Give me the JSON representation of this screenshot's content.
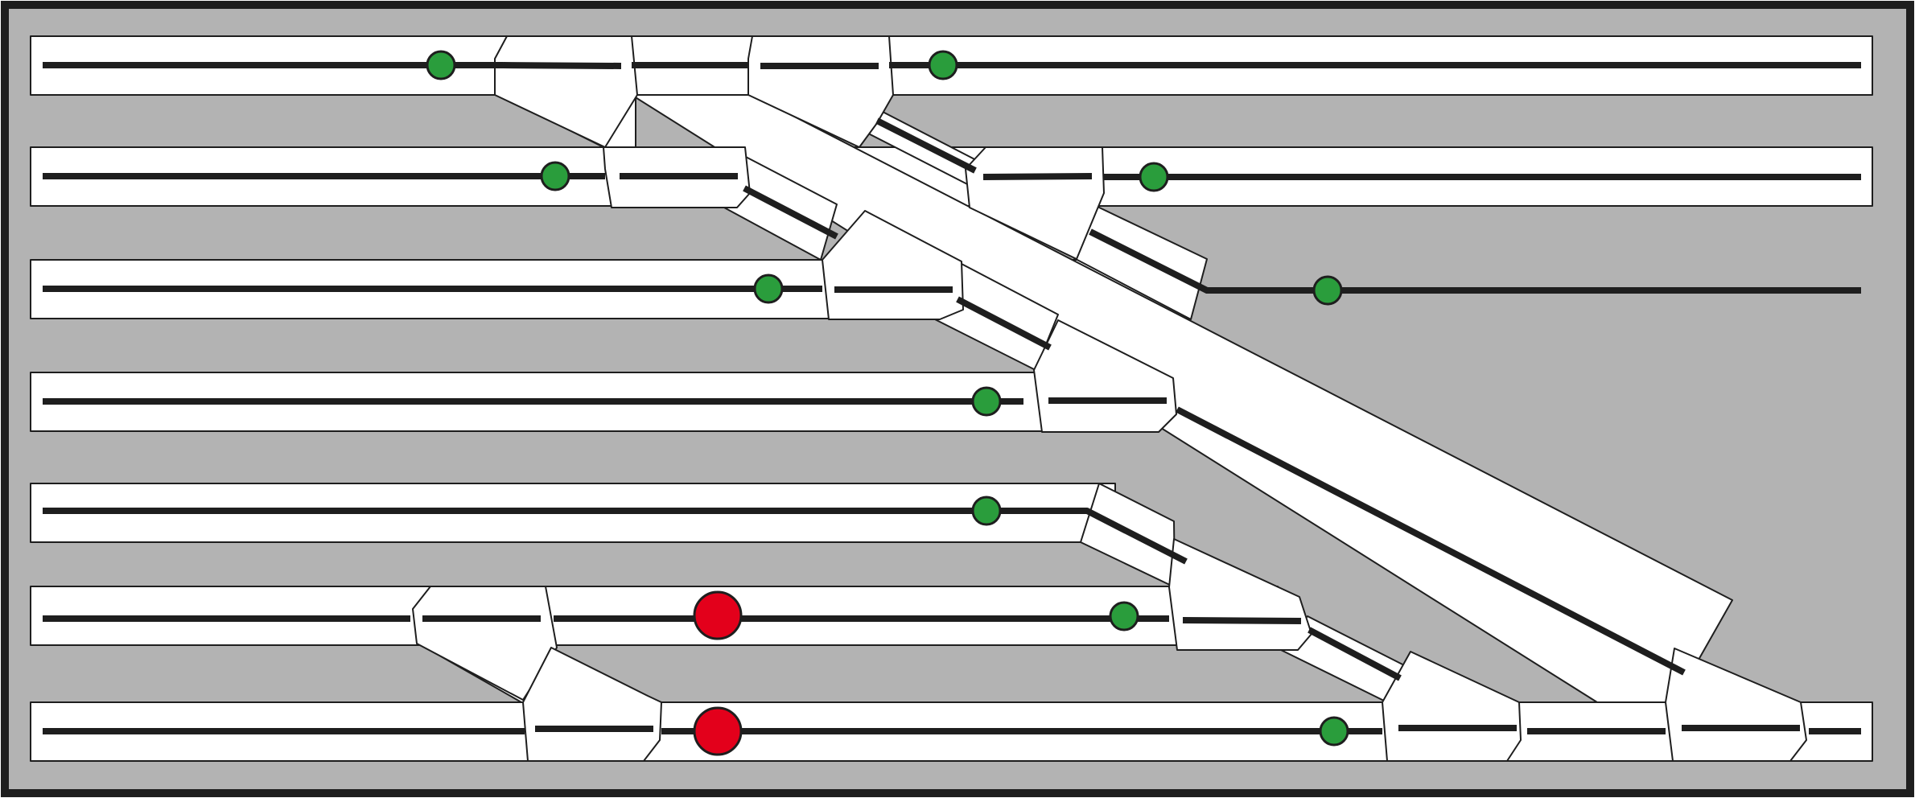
{
  "diagram": {
    "kind": "rail-yard-track-schematic",
    "tracks": 7,
    "switches": 14,
    "signals_total": 12,
    "signals_green": 10,
    "signals_red": 2
  },
  "colors": {
    "frame": "#1e1e1e",
    "background": "#b3b3b3",
    "track_band": "#ffffff",
    "rail": "#1e1e1e",
    "signal_green": "#2a9d3c",
    "signal_red": "#e3001b"
  }
}
